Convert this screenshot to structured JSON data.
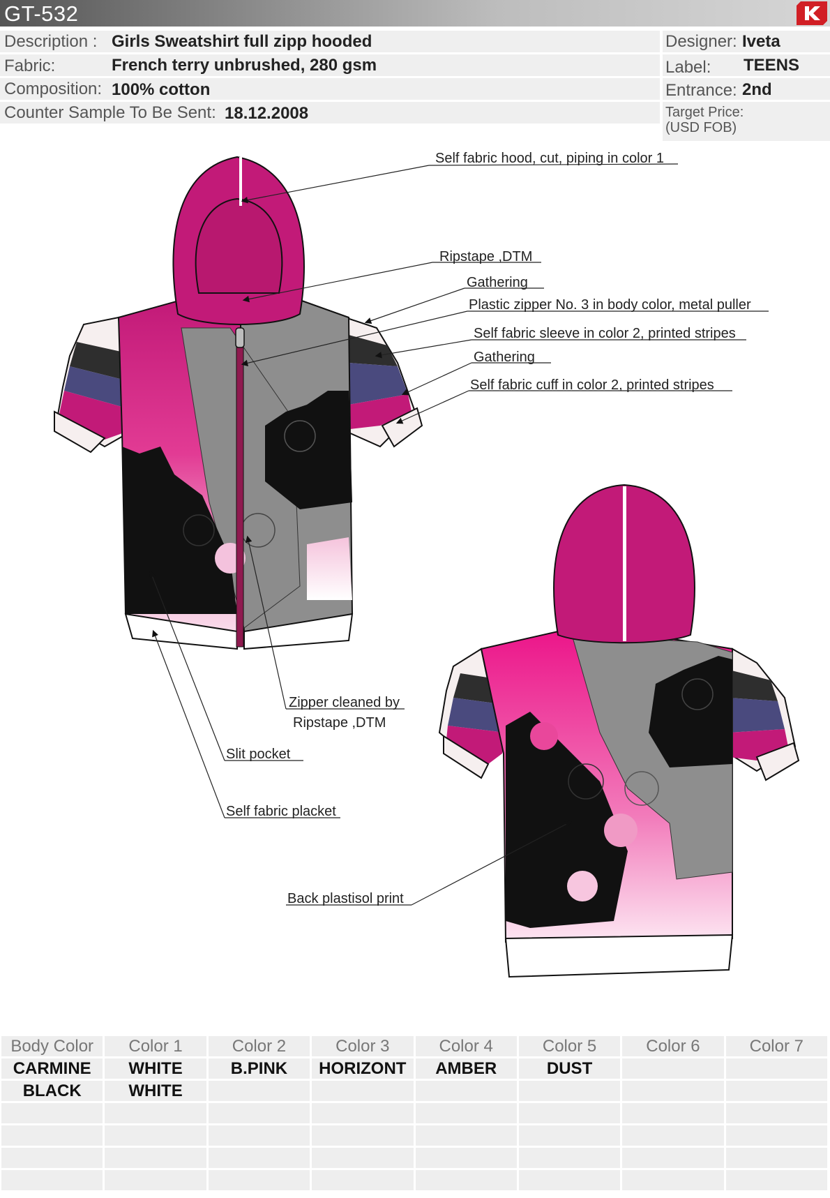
{
  "header": {
    "style_code": "GT-532",
    "logo_text": "K"
  },
  "info": {
    "description_label": "Description :",
    "description_value": "Girls Sweatshirt full zipp hooded",
    "fabric_label": "Fabric:",
    "fabric_value": "French terry unbrushed, 280 gsm",
    "composition_label": "Composition:",
    "composition_value": "100%  cotton",
    "counter_label": "Counter Sample To Be Sent:",
    "counter_value": "18.12.2008",
    "designer_label": "Designer:",
    "designer_value": "Iveta",
    "label_label": "Label:",
    "label_value": "TEENS",
    "entrance_label": "Entrance:",
    "entrance_value": "2nd",
    "target_price_label_1": "Target Price:",
    "target_price_label_2": "(USD FOB)"
  },
  "annotations": {
    "hood": "Self fabric hood, cut, piping in color 1",
    "ripstape": "Ripstape ,DTM",
    "gathering_1": "Gathering",
    "zipper": "Plastic zipper No. 3 in body color, metal puller",
    "sleeve": "Self fabric sleeve in color 2, printed stripes",
    "gathering_2": "Gathering",
    "cuff": "Self fabric cuff in color 2, printed stripes",
    "zipper_cleaned_1": "Zipper cleaned by",
    "zipper_cleaned_2": "Ripstape ,DTM",
    "slit_pocket": "Slit pocket",
    "placket": "Self fabric placket",
    "back_print": "Back plastisol print"
  },
  "colors": {
    "carmine": "#c21a78",
    "pink": "#e7127f",
    "light_pink": "#f7c6df",
    "grey": "#8e8e8e",
    "black": "#111111",
    "navy": "#3e3f6e",
    "white": "#ffffff",
    "cuff_white": "#f6efef"
  },
  "color_table": {
    "headers": [
      "Body Color",
      "Color 1",
      "Color 2",
      "Color 3",
      "Color 4",
      "Color 5",
      "Color 6",
      "Color 7"
    ],
    "rows": [
      [
        "CARMINE",
        "WHITE",
        "B.PINK",
        "HORIZONT",
        "AMBER",
        "DUST",
        "",
        ""
      ],
      [
        "BLACK",
        "WHITE",
        "",
        "",
        "",
        "",
        "",
        ""
      ],
      [
        "",
        "",
        "",
        "",
        "",
        "",
        "",
        ""
      ],
      [
        "",
        "",
        "",
        "",
        "",
        "",
        "",
        ""
      ],
      [
        "",
        "",
        "",
        "",
        "",
        "",
        "",
        ""
      ],
      [
        "",
        "",
        "",
        "",
        "",
        "",
        "",
        ""
      ]
    ]
  }
}
